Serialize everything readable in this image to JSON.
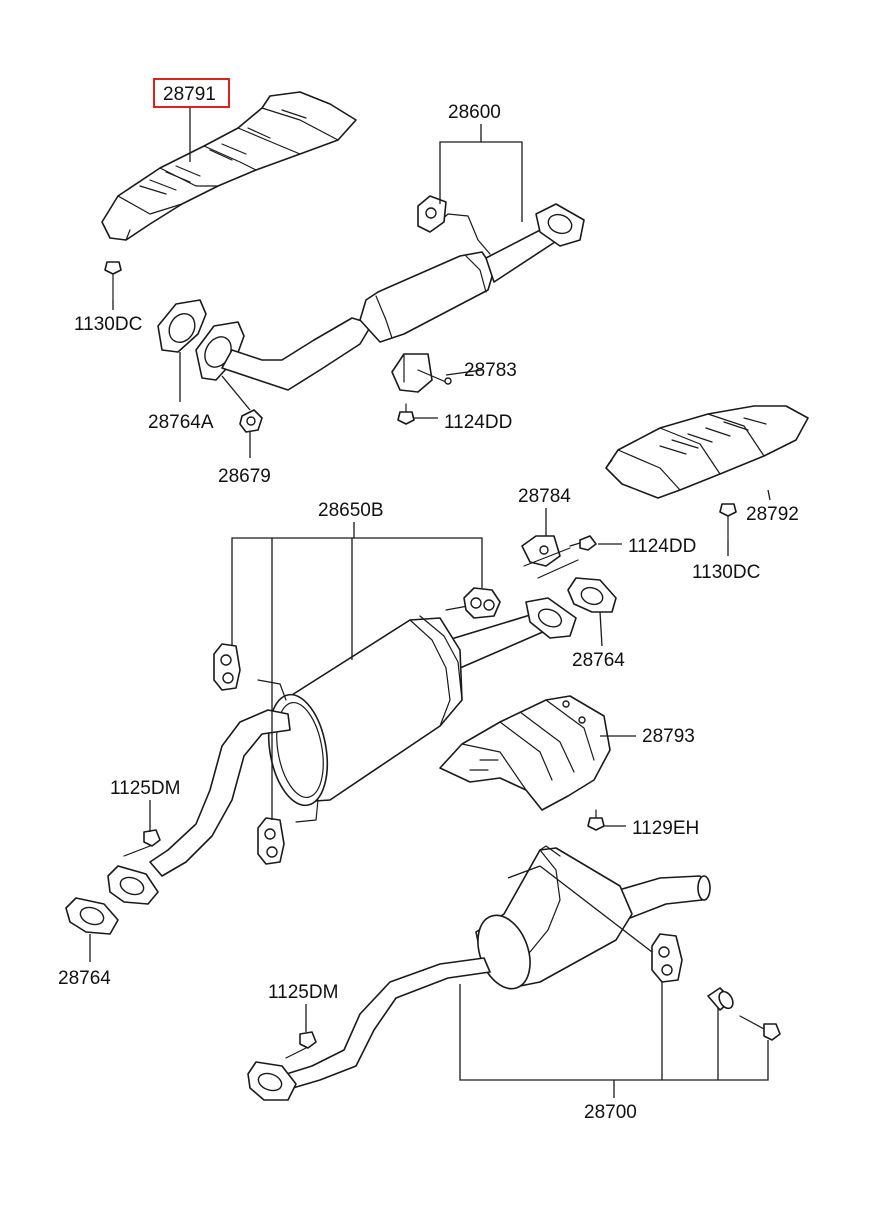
{
  "highlight_color": "#e0201c",
  "labels": {
    "p28791": "28791",
    "p28600": "28600",
    "p1130DC_a": "1130DC",
    "p28764A": "28764A",
    "p28679": "28679",
    "p28783": "28783",
    "p1124DD_a": "1124DD",
    "p28792": "28792",
    "p1130DC_b": "1130DC",
    "p28784": "28784",
    "p1124DD_b": "1124DD",
    "p28650B": "28650B",
    "p28764_a": "28764",
    "p28793": "28793",
    "p1125DM_a": "1125DM",
    "p1129EH": "1129EH",
    "p28764_b": "28764",
    "p1125DM_b": "1125DM",
    "p28700": "28700"
  },
  "highlighted_part": "28791"
}
